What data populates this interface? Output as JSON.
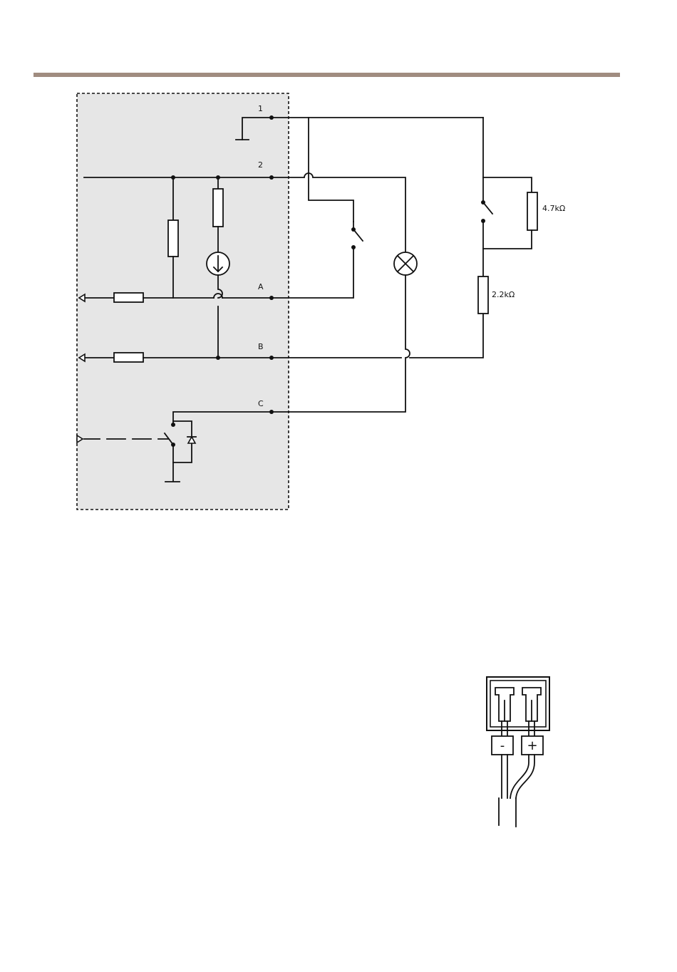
{
  "colors": {
    "header_rule": "#a08c80",
    "device_panel": "#e6e6e6",
    "wire": "#111111"
  },
  "schematic": {
    "terminals": {
      "t1": "1",
      "t2": "2",
      "tA": "A",
      "tB": "B",
      "tC": "C"
    },
    "resistor_labels": {
      "r1": "4.7kΩ",
      "r2": "2.2kΩ"
    }
  },
  "connector": {
    "minus": "-",
    "plus": "+"
  }
}
